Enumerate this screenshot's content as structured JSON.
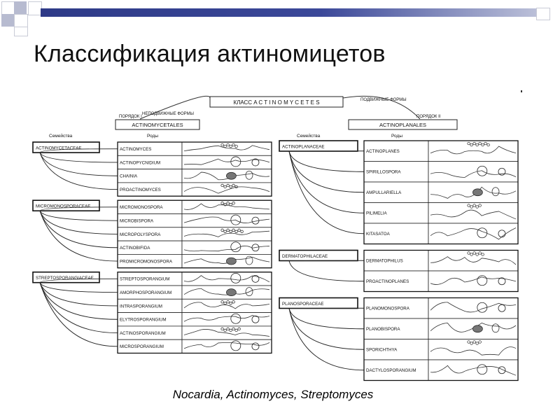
{
  "slide": {
    "title": "Классификация актиномицетов",
    "caption": "Nocardia, Actinomyces, Streptomyces",
    "accent": "#2e3a87"
  },
  "diagram": {
    "class_label": "КЛАСС  A C T I N O M Y C E T E S",
    "arc_note_left": "НЕПОДВИЖНЫЕ ФОРМЫ",
    "arc_note_right": "ПОДВИЖНЫЕ ФОРМЫ",
    "left_order": {
      "order_label": "ПОРЯДОК I",
      "order_name": "ACTINOMYCETALES",
      "family_header": "Семейства",
      "genus_header": "Роды"
    },
    "right_order": {
      "order_label": "ПОРЯДОК II",
      "order_name": "ACTINOPLANALES",
      "family_header": "Семейства",
      "genus_header": "Роды"
    },
    "left_families": [
      {
        "name": "ACTINOMYCETACEAE",
        "genera": [
          "ACTINOMYCES",
          "ACTINOPYCNIDIUM",
          "CHAINIA",
          "PROACTINOMYCES"
        ]
      },
      {
        "name": "MICROMONOSPORACEAE",
        "genera": [
          "MICROMONOSPORA",
          "MICROBISPORA",
          "MICROPOLYSPORA",
          "ACTINOBIFIDA",
          "PROMICROMONOSPORA"
        ]
      },
      {
        "name": "STREPTOSPORANGIACEAE",
        "genera": [
          "STREPTOSPORANGIUM",
          "AMORPHOSPORANGIUM",
          "INTRASPORANGIUM",
          "ELYTROSPORANGIUM",
          "ACTINOSPORANGIUM",
          "MICROSPORANGIUM"
        ]
      }
    ],
    "right_families": [
      {
        "name": "ACTINOPLANACEAE",
        "genera": [
          "ACTINOPLANES",
          "SPIRILLOSPORA",
          "AMPULLARIELLA",
          "PILIMELIA",
          "KITASATOA"
        ]
      },
      {
        "name": "DERMATOPHILACEAE",
        "genera": [
          "DERMATOPHILUS",
          "PROACTINOPLANES"
        ]
      },
      {
        "name": "PLANOSPORACEAE",
        "genera": [
          "PLANOMONOSPORA",
          "PLANOBISPORA",
          "SPORICHTHYA",
          "DACTYLOSPORANGIUM"
        ]
      }
    ]
  }
}
